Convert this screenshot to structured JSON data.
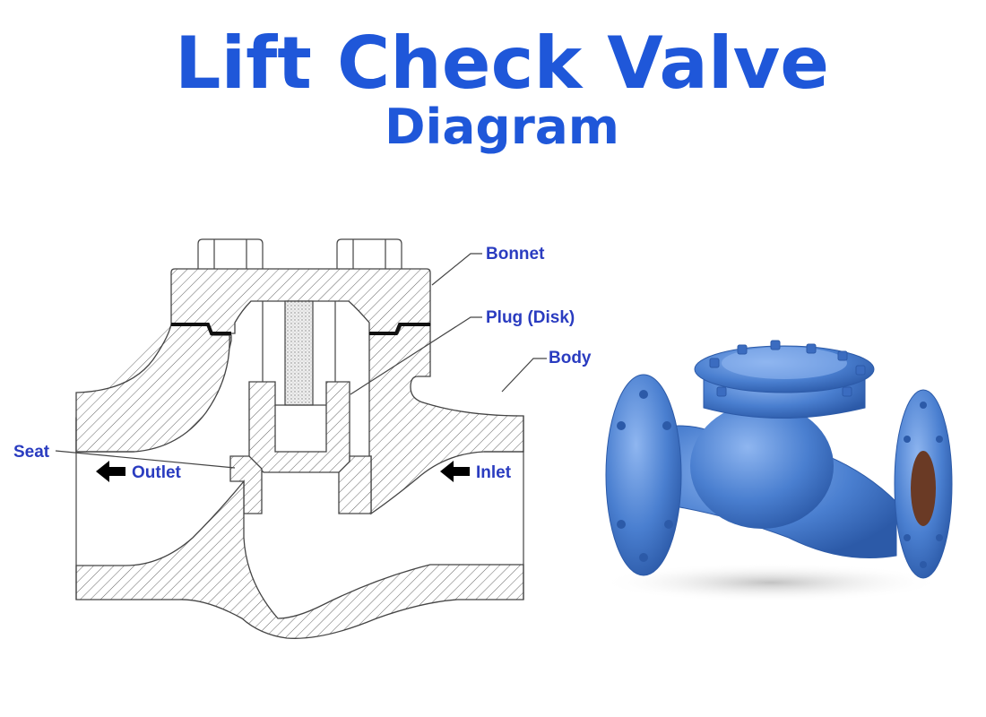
{
  "title": "Lift Check Valve",
  "subtitle": "Diagram",
  "labels": {
    "bonnet": "Bonnet",
    "plug": "Plug (Disk)",
    "body": "Body",
    "seat": "Seat",
    "outlet": "Outlet",
    "inlet": "Inlet"
  },
  "colors": {
    "title": "#1f57d9",
    "labels": "#2a3cc0",
    "valve_photo": "#4a7fd0"
  },
  "icons": [
    "arrow-left-icon",
    "arrow-left-icon"
  ]
}
